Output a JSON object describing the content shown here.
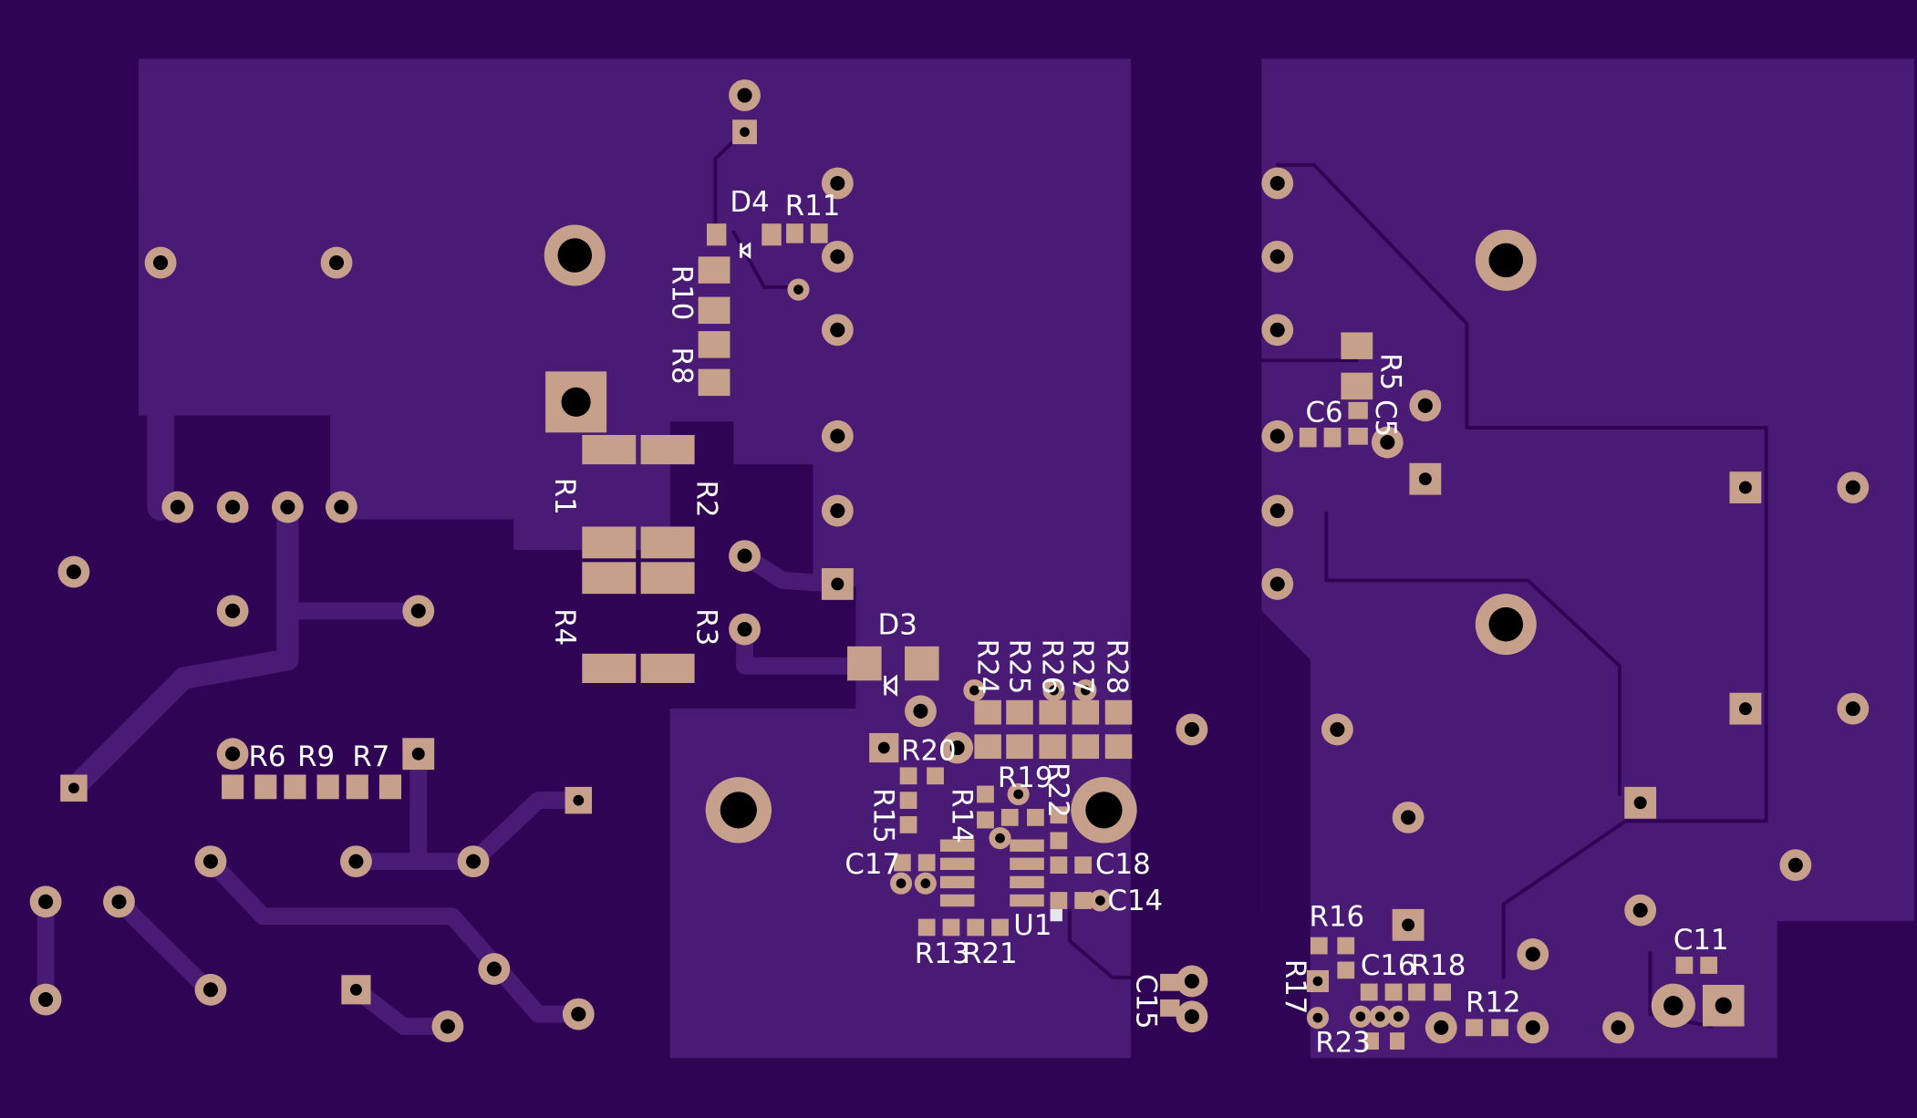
{
  "colors": {
    "background": "#300455",
    "copper": "#4a1b75",
    "pad": "#c7a08b",
    "silkscreen": "#ffffff",
    "drill": "#000000"
  },
  "labels": [
    {
      "id": "D4",
      "text": "D4"
    },
    {
      "id": "R11",
      "text": "R11"
    },
    {
      "id": "R10",
      "text": "R10"
    },
    {
      "id": "R8",
      "text": "R8"
    },
    {
      "id": "R1",
      "text": "R1"
    },
    {
      "id": "R2",
      "text": "R2"
    },
    {
      "id": "R4",
      "text": "R4"
    },
    {
      "id": "R3",
      "text": "R3"
    },
    {
      "id": "D3",
      "text": "D3"
    },
    {
      "id": "R6",
      "text": "R6"
    },
    {
      "id": "R9",
      "text": "R9"
    },
    {
      "id": "R7",
      "text": "R7"
    },
    {
      "id": "R24",
      "text": "R24"
    },
    {
      "id": "R25",
      "text": "R25"
    },
    {
      "id": "R26",
      "text": "R26"
    },
    {
      "id": "R27",
      "text": "R27"
    },
    {
      "id": "R28",
      "text": "R28"
    },
    {
      "id": "R20",
      "text": "R20"
    },
    {
      "id": "R19",
      "text": "R19"
    },
    {
      "id": "R22",
      "text": "R22"
    },
    {
      "id": "R15",
      "text": "R15"
    },
    {
      "id": "R14",
      "text": "R14"
    },
    {
      "id": "C17",
      "text": "C17"
    },
    {
      "id": "C18",
      "text": "C18"
    },
    {
      "id": "C14",
      "text": "C14"
    },
    {
      "id": "U1",
      "text": "U1"
    },
    {
      "id": "R13",
      "text": "R13"
    },
    {
      "id": "R21",
      "text": "R21"
    },
    {
      "id": "C15",
      "text": "C15"
    },
    {
      "id": "R5",
      "text": "R5"
    },
    {
      "id": "C6",
      "text": "C6"
    },
    {
      "id": "C5",
      "text": "C5"
    },
    {
      "id": "R16",
      "text": "R16"
    },
    {
      "id": "R17",
      "text": "R17"
    },
    {
      "id": "C16",
      "text": "C16"
    },
    {
      "id": "R18",
      "text": "R18"
    },
    {
      "id": "R12",
      "text": "R12"
    },
    {
      "id": "R23",
      "text": "R23"
    },
    {
      "id": "C11",
      "text": "C11"
    }
  ]
}
